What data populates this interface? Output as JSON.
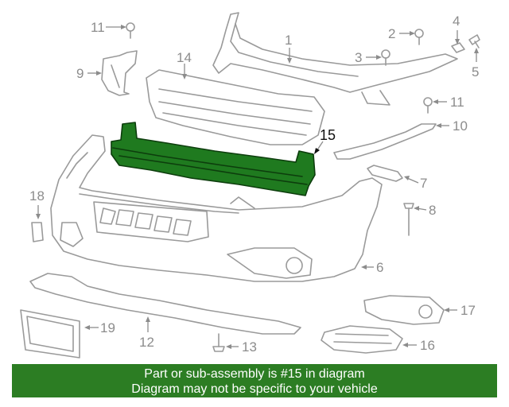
{
  "callouts": {
    "c1": "1",
    "c2": "2",
    "c3": "3",
    "c4": "4",
    "c5": "5",
    "c6": "6",
    "c7": "7",
    "c8": "8",
    "c9": "9",
    "c10": "10",
    "c11a": "11",
    "c11b": "11",
    "c12": "12",
    "c13": "13",
    "c14": "14",
    "c15": "15",
    "c16": "16",
    "c17": "17",
    "c18": "18",
    "c19": "19"
  },
  "banner": {
    "line1": "Part or sub-assembly is #15 in diagram",
    "line2": "Diagram may not be specific to your vehicle"
  },
  "colors": {
    "highlight": "#1f7a1f",
    "banner": "#2c7d23",
    "line_art": "#9a9a9a"
  }
}
